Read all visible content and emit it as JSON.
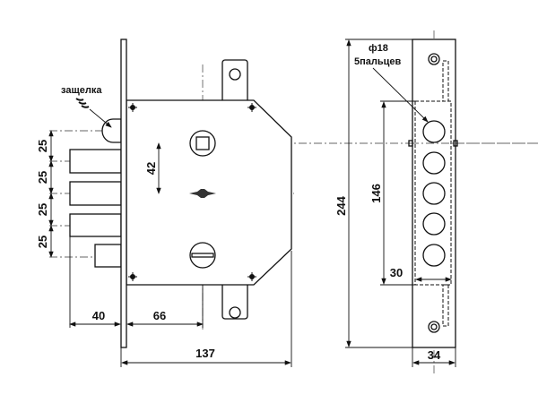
{
  "labels": {
    "latch": "защелка",
    "pitch_1": "25",
    "pitch_2": "25",
    "pitch_3": "25",
    "pitch_4": "25",
    "handle_to_key": "42",
    "bolt_throw": "40",
    "backset": "66",
    "body_width": "137",
    "strike_height": "244",
    "strike_hole_span": "146",
    "strike_offset": "30",
    "strike_width": "34",
    "hole_diameter": "ф18",
    "hole_count": "5пальцев"
  }
}
